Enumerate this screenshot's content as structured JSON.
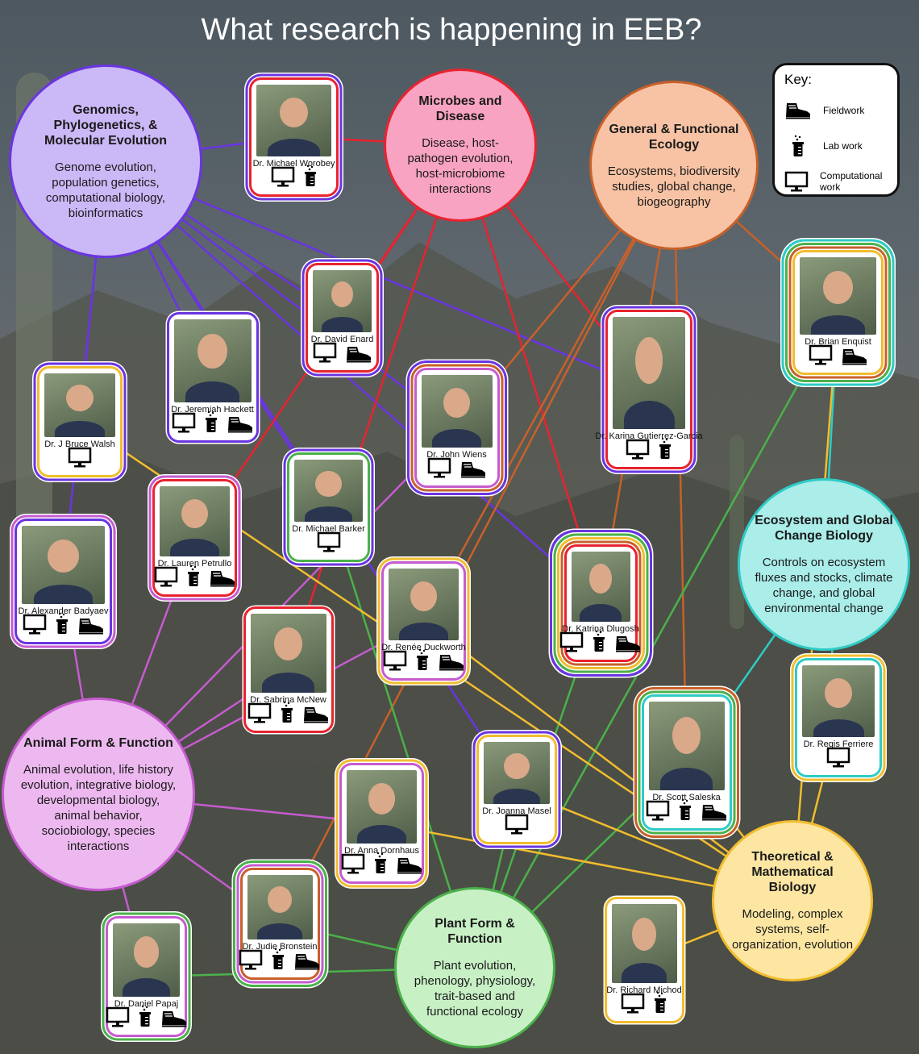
{
  "title": "What research is happening in EEB?",
  "key": {
    "title": "Key:",
    "items": [
      {
        "icon": "boot-icon",
        "label": "Fieldwork"
      },
      {
        "icon": "beaker-icon",
        "label": "Lab work"
      },
      {
        "icon": "monitor-icon",
        "label": "Computational work"
      }
    ]
  },
  "areas": [
    {
      "id": "genomics",
      "title": "Genomics, Phylogenetics, & Molecular Evolution",
      "desc": "Genome evolution, population genetics, computational biology, bioinformatics",
      "fill": "#cbb8f6",
      "color": "#6a35e0"
    },
    {
      "id": "microbes",
      "title": "Microbes and Disease",
      "desc": "Disease, host-pathogen evolution, host-microbiome interactions",
      "fill": "#f8a3c1",
      "color": "#e8232f"
    },
    {
      "id": "general",
      "title": "General & Functional Ecology",
      "desc": "Ecosystems, biodiversity studies, global change, biogeography",
      "fill": "#f7c3a4",
      "color": "#c8602a"
    },
    {
      "id": "ecosystem",
      "title": "Ecosystem and Global Change Biology",
      "desc": "Controls on ecosystem fluxes and stocks, climate change, and global environmental change",
      "fill": "#aaede9",
      "color": "#2fcbc6"
    },
    {
      "id": "animal",
      "title": "Animal Form & Function",
      "desc": "Animal evolution, life history evolution, integrative biology, developmental biology, animal behavior, sociobiology, species interactions",
      "fill": "#ecb8ef",
      "color": "#c65bd0"
    },
    {
      "id": "plant",
      "title": "Plant Form & Function",
      "desc": "Plant evolution, phenology, physiology, trait-based and functional ecology",
      "fill": "#c8f0c5",
      "color": "#4bb14a"
    },
    {
      "id": "theory",
      "title": "Theoretical & Mathematical Biology",
      "desc": "Modeling, complex systems, self-organization, evolution",
      "fill": "#fde6a2",
      "color": "#f1bd2e"
    }
  ],
  "people": [
    {
      "id": "worobey",
      "name": "Dr. Michael Worobey",
      "work": [
        "monitor",
        "beaker"
      ],
      "rings": [
        "#e8232f",
        "#6a35e0"
      ]
    },
    {
      "id": "enard",
      "name": "Dr. David Enard",
      "work": [
        "monitor",
        "boot"
      ],
      "rings": [
        "#e8232f",
        "#6a35e0"
      ]
    },
    {
      "id": "hackett",
      "name": "Dr. Jeremiah Hackett",
      "work": [
        "monitor",
        "beaker",
        "boot"
      ],
      "rings": [
        "#6a35e0"
      ]
    },
    {
      "id": "walsh",
      "name": "Dr. J Bruce Walsh",
      "work": [
        "monitor"
      ],
      "rings": [
        "#f1bd2e",
        "#6a35e0"
      ]
    },
    {
      "id": "wiens",
      "name": "Dr. John Wiens",
      "work": [
        "monitor",
        "boot"
      ],
      "rings": [
        "#c65bd0",
        "#c8602a",
        "#6a35e0"
      ]
    },
    {
      "id": "gutierrez",
      "name": "Dr. Karina Gutierrez-Garcia",
      "work": [
        "monitor",
        "beaker"
      ],
      "rings": [
        "#e8232f",
        "#6a35e0"
      ]
    },
    {
      "id": "enquist",
      "name": "Dr. Brian Enquist",
      "work": [
        "monitor",
        "boot"
      ],
      "rings": [
        "#f1bd2e",
        "#c8602a",
        "#4bb14a",
        "#2fcbc6"
      ]
    },
    {
      "id": "barker",
      "name": "Dr. Michael Barker",
      "work": [
        "monitor"
      ],
      "rings": [
        "#4bb14a",
        "#6a35e0"
      ]
    },
    {
      "id": "petrullo",
      "name": "Dr. Lauren Petrullo",
      "work": [
        "monitor",
        "beaker",
        "boot"
      ],
      "rings": [
        "#e8232f",
        "#c65bd0"
      ]
    },
    {
      "id": "badyaev",
      "name": "Dr. Alexander Badyaev",
      "work": [
        "monitor",
        "beaker",
        "boot"
      ],
      "rings": [
        "#6a35e0",
        "#c65bd0"
      ]
    },
    {
      "id": "duckworth",
      "name": "Dr. Renée Duckworth",
      "work": [
        "monitor",
        "beaker",
        "boot"
      ],
      "rings": [
        "#c65bd0",
        "#f1bd2e"
      ]
    },
    {
      "id": "dlugosh",
      "name": "Dr. Katrina Dlugosh",
      "work": [
        "monitor",
        "beaker",
        "boot"
      ],
      "rings": [
        "#e8232f",
        "#c8602a",
        "#f1bd2e",
        "#4bb14a",
        "#6a35e0"
      ]
    },
    {
      "id": "mcnew",
      "name": "Dr. Sabrina McNew",
      "work": [
        "monitor",
        "beaker",
        "boot"
      ],
      "rings": [
        "#e8232f"
      ]
    },
    {
      "id": "ferriere",
      "name": "Dr. Regis Ferriere",
      "work": [
        "monitor"
      ],
      "rings": [
        "#2fcbc6",
        "#f1bd2e"
      ]
    },
    {
      "id": "saleska",
      "name": "Dr. Scott Saleska",
      "work": [
        "monitor",
        "beaker",
        "boot"
      ],
      "rings": [
        "#2fcbc6",
        "#4bb14a",
        "#c8602a"
      ]
    },
    {
      "id": "masel",
      "name": "Dr. Joanna Masel",
      "work": [
        "monitor"
      ],
      "rings": [
        "#f1bd2e",
        "#6a35e0"
      ]
    },
    {
      "id": "dornhaus",
      "name": "Dr. Anna Dornhaus",
      "work": [
        "monitor",
        "beaker",
        "boot"
      ],
      "rings": [
        "#c65bd0",
        "#f1bd2e"
      ]
    },
    {
      "id": "bronstein",
      "name": "Dr. Judie Bronstein",
      "work": [
        "monitor",
        "beaker",
        "boot"
      ],
      "rings": [
        "#c8602a",
        "#c65bd0",
        "#4bb14a"
      ]
    },
    {
      "id": "papaj",
      "name": "Dr. Daniel Papaj",
      "work": [
        "monitor",
        "beaker",
        "boot"
      ],
      "rings": [
        "#c65bd0",
        "#4bb14a"
      ]
    },
    {
      "id": "michod",
      "name": "Dr. Richard Michod",
      "work": [
        "monitor",
        "beaker"
      ],
      "rings": [
        "#f1bd2e"
      ]
    }
  ],
  "links": [
    [
      "genomics",
      "worobey"
    ],
    [
      "genomics",
      "enard"
    ],
    [
      "genomics",
      "hackett"
    ],
    [
      "genomics",
      "walsh"
    ],
    [
      "genomics",
      "wiens"
    ],
    [
      "genomics",
      "barker"
    ],
    [
      "genomics",
      "gutierrez"
    ],
    [
      "genomics",
      "badyaev"
    ],
    [
      "genomics",
      "dlugosh"
    ],
    [
      "genomics",
      "masel"
    ],
    [
      "microbes",
      "worobey"
    ],
    [
      "microbes",
      "enard"
    ],
    [
      "microbes",
      "petrullo"
    ],
    [
      "microbes",
      "dlugosh"
    ],
    [
      "microbes",
      "gutierrez"
    ],
    [
      "microbes",
      "mcnew"
    ],
    [
      "general",
      "enquist"
    ],
    [
      "general",
      "wiens"
    ],
    [
      "general",
      "saleska"
    ],
    [
      "general",
      "bronstein"
    ],
    [
      "general",
      "dlugosh"
    ],
    [
      "general",
      "duckworth"
    ],
    [
      "ecosystem",
      "enquist"
    ],
    [
      "ecosystem",
      "ferriere"
    ],
    [
      "ecosystem",
      "saleska"
    ],
    [
      "animal",
      "badyaev"
    ],
    [
      "animal",
      "mcnew"
    ],
    [
      "animal",
      "duckworth"
    ],
    [
      "animal",
      "dornhaus"
    ],
    [
      "animal",
      "bronstein"
    ],
    [
      "animal",
      "papaj"
    ],
    [
      "animal",
      "wiens"
    ],
    [
      "animal",
      "petrullo"
    ],
    [
      "plant",
      "barker"
    ],
    [
      "plant",
      "bronstein"
    ],
    [
      "plant",
      "papaj"
    ],
    [
      "plant",
      "saleska"
    ],
    [
      "plant",
      "enquist"
    ],
    [
      "plant",
      "dlugosh"
    ],
    [
      "plant",
      "masel"
    ],
    [
      "theory",
      "walsh"
    ],
    [
      "theory",
      "masel"
    ],
    [
      "theory",
      "dornhaus"
    ],
    [
      "theory",
      "michod"
    ],
    [
      "theory",
      "ferriere"
    ],
    [
      "theory",
      "enquist"
    ],
    [
      "theory",
      "duckworth"
    ],
    [
      "theory",
      "saleska"
    ]
  ]
}
